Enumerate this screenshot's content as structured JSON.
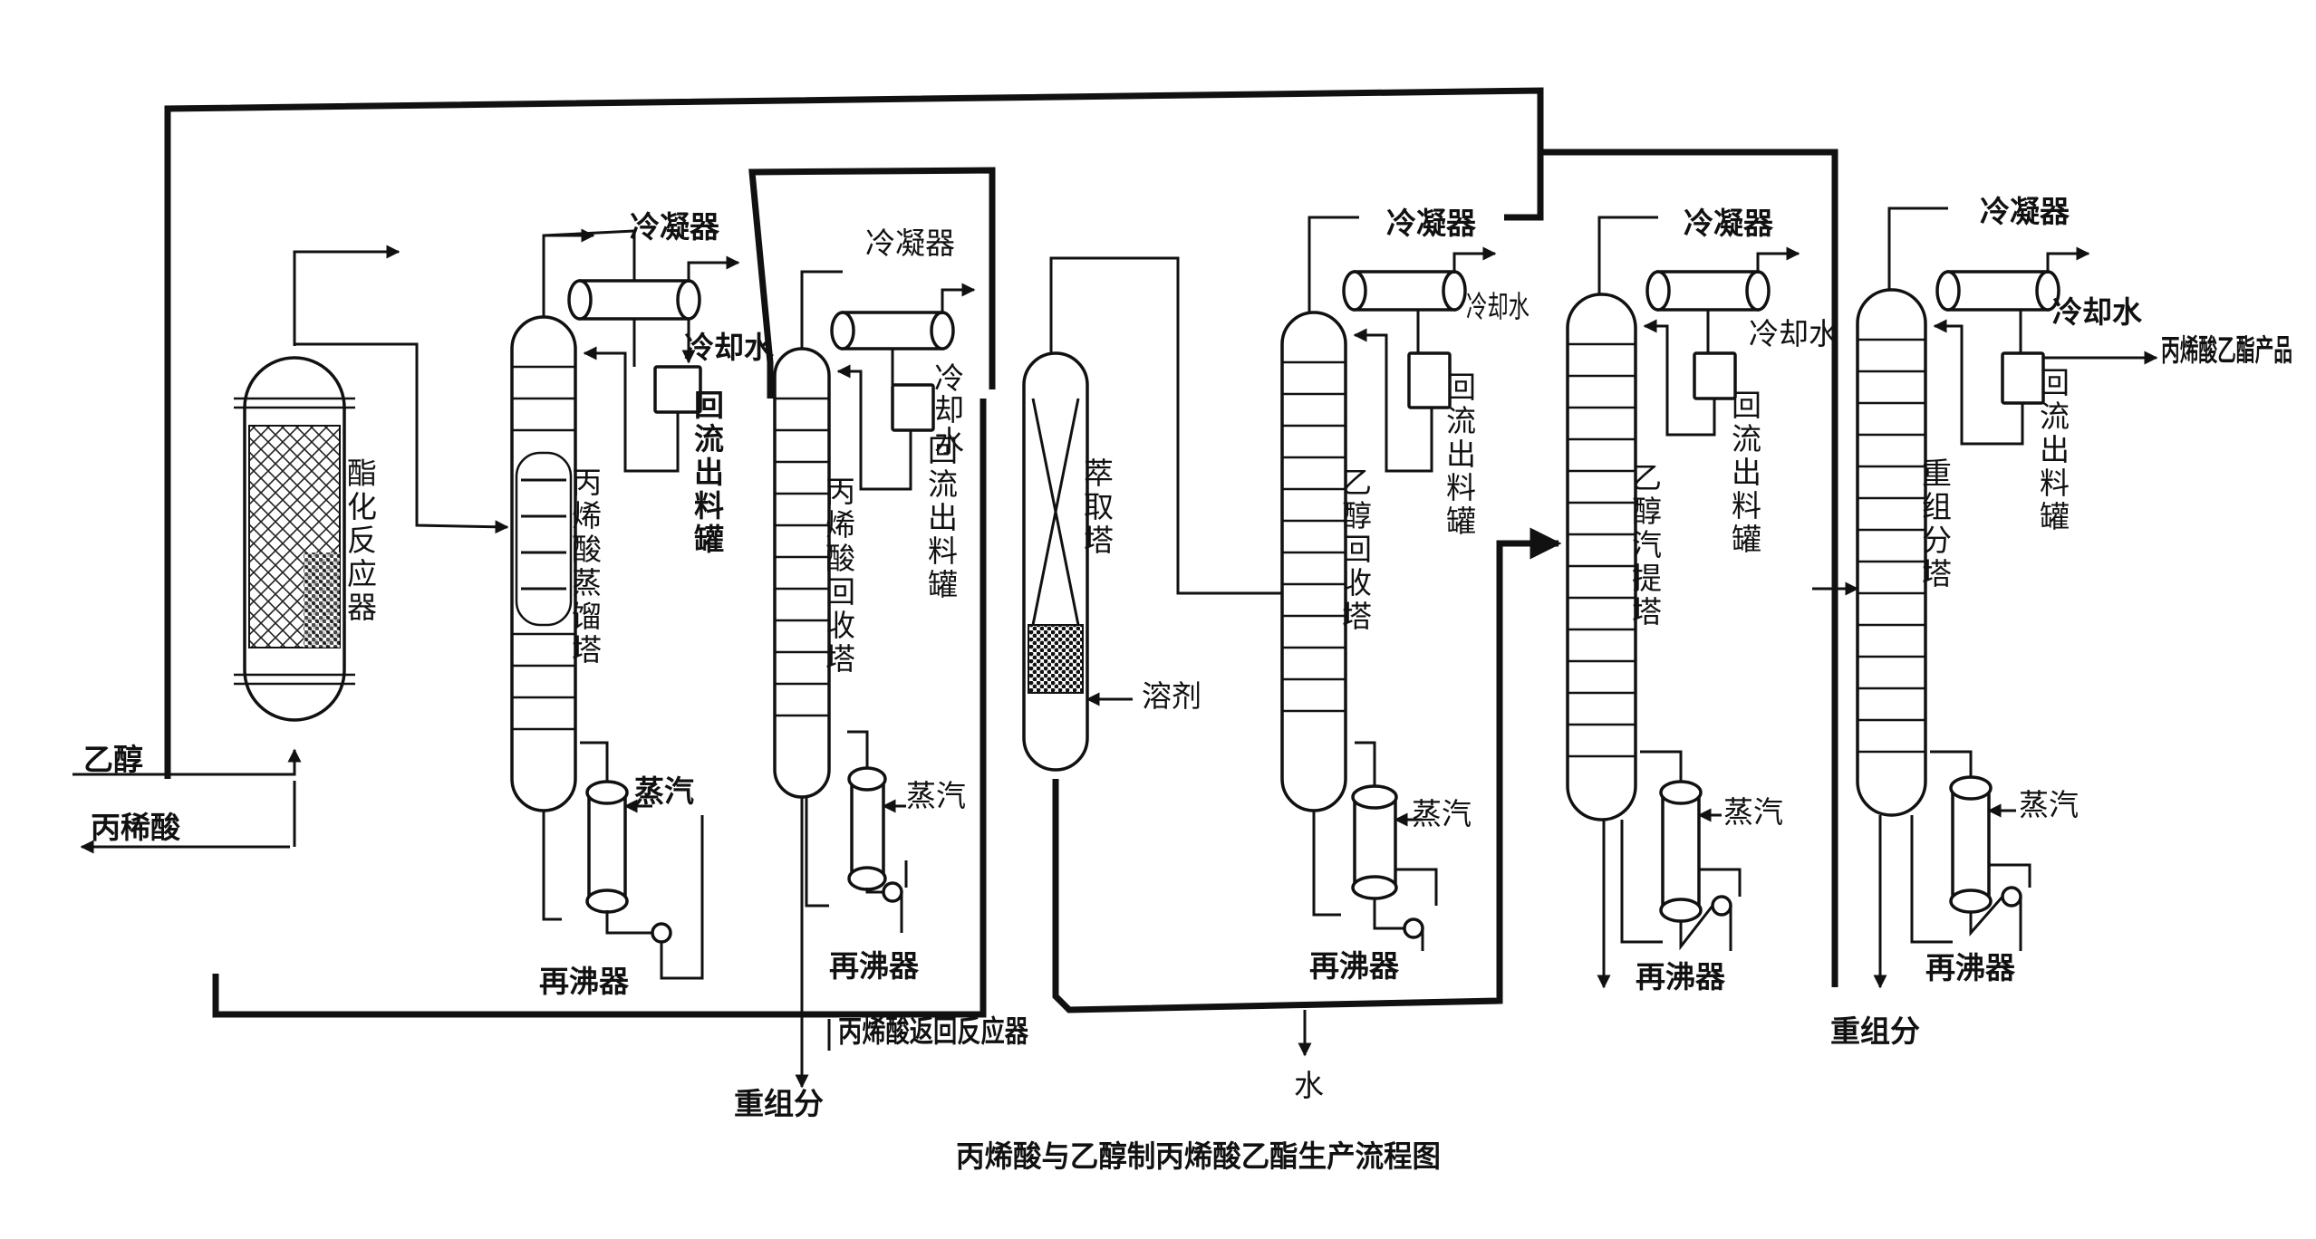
{
  "caption": "丙烯酸与乙醇制丙烯酸乙酯生产流程图",
  "feeds": {
    "ethanol": "乙醇",
    "acrylic_acid": "丙稀酸"
  },
  "reactor": {
    "label": "酯化反应器"
  },
  "columns": {
    "distill": "丙烯酸蒸馏塔",
    "acid_recovery": "丙烯酸回收塔",
    "extraction": "萃取塔",
    "ethanol_recovery": "乙醇回收塔",
    "stripper": "乙醇汽提塔",
    "heavies": "重组分塔"
  },
  "equipment": {
    "condenser": "冷凝器",
    "reflux_drum": "回流出料罐",
    "reboiler": "再沸器"
  },
  "utilities": {
    "cooling_water": "冷却水",
    "steam": "蒸汽",
    "solvent": "溶剂"
  },
  "outputs": {
    "heavies": "重组分",
    "acid_return": "丙烯酸返回反应器",
    "water": "水",
    "product": "丙烯酸乙酯产品"
  }
}
